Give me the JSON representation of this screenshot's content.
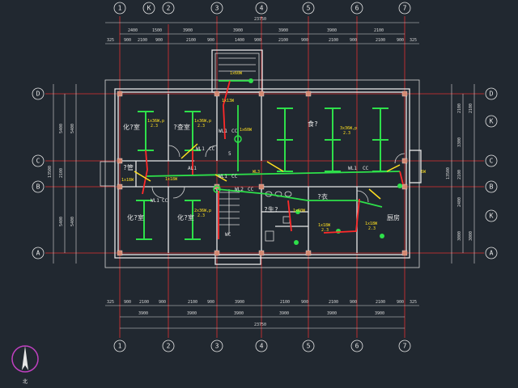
{
  "axes_top": [
    "1",
    "K",
    "2",
    "3",
    "4",
    "5",
    "6",
    "7"
  ],
  "axes_bottom": [
    "1",
    "2",
    "3",
    "4",
    "5",
    "6",
    "7"
  ],
  "axes_left": [
    "D",
    "C",
    "B",
    "A"
  ],
  "axes_right": [
    "D",
    "K",
    "C",
    "B",
    "K",
    "A"
  ],
  "total_width": "23750",
  "dims_top_row1": [
    "2400",
    "1500",
    "2100",
    "3900",
    "3900",
    "3900",
    "3900"
  ],
  "dims_top_row2": [
    "325",
    "900",
    "2100",
    "900",
    "2100",
    "900",
    "1400",
    "900",
    "2100",
    "900",
    "2100",
    "900",
    "2100",
    "900",
    "325"
  ],
  "dims_bottom_row2": [
    "325",
    "900",
    "2100",
    "900",
    "2100",
    "900",
    "3900",
    "2100",
    "900",
    "2100",
    "900",
    "2100",
    "900",
    "325"
  ],
  "dims_bottom_row1": [
    "3900",
    "3900",
    "3900",
    "3900",
    "3900",
    "3900"
  ],
  "dims_left": [
    "5400",
    "2100",
    "5400"
  ],
  "dims_left_outer": "13500",
  "dims_right": [
    "2100",
    "3300",
    "2100",
    "2400",
    "3000"
  ],
  "dims_right_outer": "13500",
  "rooms": {
    "hall": "食?",
    "lab1": "化?室",
    "office1": "?查室",
    "lab2": "化?室",
    "lab3": "化?室",
    "wc": "?生?",
    "dressing": "?衣",
    "kitchen": "厨房",
    "small": "?管"
  },
  "labels": {
    "lamp_a": "1x36W,p",
    "lamp_a_h": "2.3",
    "lamp_b": "2x36W,p",
    "lamp_b_h": "2.3",
    "lamp_c": "3x36W,p",
    "lamp_d": "1x18W",
    "lamp_d_h": "2.3",
    "lamp_e": "1x60W",
    "lamp_f": "1x13W",
    "lamp_g": "1x18W",
    "lamp_h": "6W",
    "circuit_1": "WL1",
    "circuit_2": "WL2",
    "circuit_3": "WL3",
    "cc": "CC",
    "panel": "AL1",
    "wc_lbl": "WC",
    "sw": "5"
  }
}
